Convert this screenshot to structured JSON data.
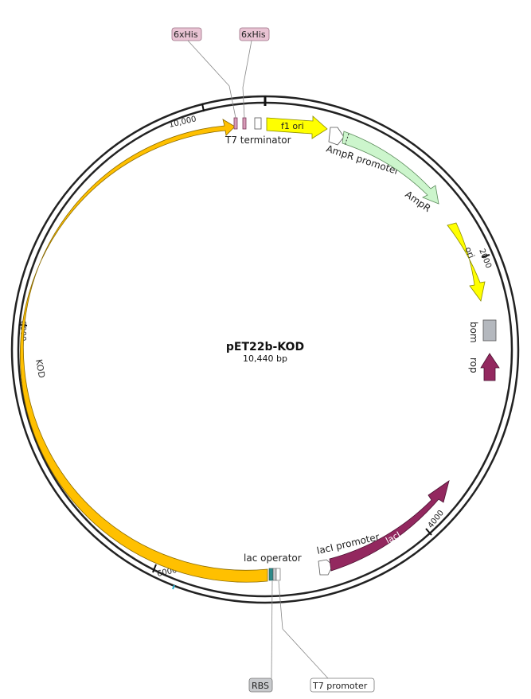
{
  "plasmid": {
    "name": "pET22b-KOD",
    "size_label": "10,440 bp"
  },
  "ticks": {
    "t2000": "2000",
    "t4000": "4000",
    "t6000": "6000",
    "t8000": "8000",
    "t10000": "10,000"
  },
  "features": {
    "f1_ori": "f1 ori",
    "ampr_promoter": "AmpR promoter",
    "ampr": "AmpR",
    "ori": "ori",
    "bom": "bom",
    "rop": "rop",
    "laci_promoter": "lacI promoter",
    "laci": "lacI",
    "lac_operator": "lac operator",
    "kod": "KOD",
    "t7_terminator": "T7 terminator",
    "his1": "6xHis",
    "his2": "6xHis",
    "rbs": "RBS",
    "t7_promoter": "T7 promoter"
  },
  "colors": {
    "backbone": "#222222",
    "kod": "#ffc000",
    "f1_ori": "#ffff00",
    "ori": "#ffff00",
    "ampr": "#ccf5cc",
    "laci": "#93285f",
    "rop": "#93285f",
    "bom": "#b4b8be",
    "his_tag": "#e9c4d4",
    "rbs_tag": "#c8cacd"
  }
}
